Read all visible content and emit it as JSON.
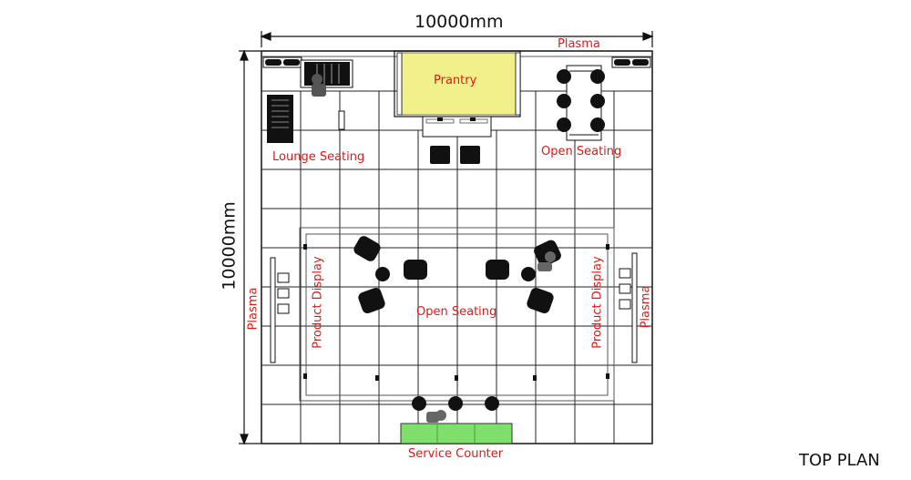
{
  "dimensions": {
    "width_label": "10000mm",
    "height_label": "10000mm"
  },
  "labels": {
    "plasma_top": "Plasma",
    "pantry": "Prantry",
    "lounge_seating": "Lounge Seating",
    "open_seating_top": "Open Seating",
    "open_seating_center": "Open Seating",
    "product_display_left": "Product Display",
    "product_display_right": "Product Display",
    "plasma_left": "Plasma",
    "plasma_right": "Plasma",
    "service_counter": "Service Counter"
  },
  "view_title": "TOP PLAN",
  "colors": {
    "label_red": "#e01818",
    "pantry_fill": "#f1f08a",
    "counter_fill": "#7ee06a",
    "grid_line": "#222222",
    "furniture": "#111111"
  }
}
